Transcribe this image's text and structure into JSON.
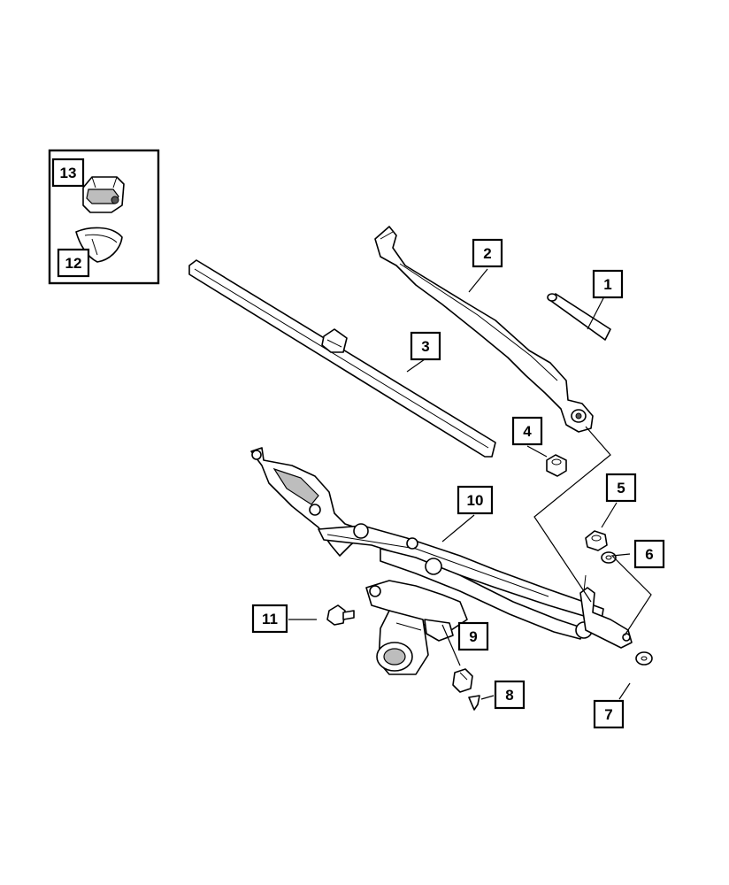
{
  "callouts": [
    {
      "id": "c1",
      "label": "1"
    },
    {
      "id": "c2",
      "label": "2"
    },
    {
      "id": "c3",
      "label": "3"
    },
    {
      "id": "c4",
      "label": "4"
    },
    {
      "id": "c5",
      "label": "5"
    },
    {
      "id": "c6",
      "label": "6"
    },
    {
      "id": "c7",
      "label": "7"
    },
    {
      "id": "c8",
      "label": "8"
    },
    {
      "id": "c9",
      "label": "9"
    },
    {
      "id": "c10",
      "label": "10"
    },
    {
      "id": "c11",
      "label": "11"
    },
    {
      "id": "c12",
      "label": "12"
    },
    {
      "id": "c13",
      "label": "13"
    }
  ],
  "colors": {
    "line": "#000000",
    "background": "#ffffff",
    "shade": "#bdbdbd"
  }
}
